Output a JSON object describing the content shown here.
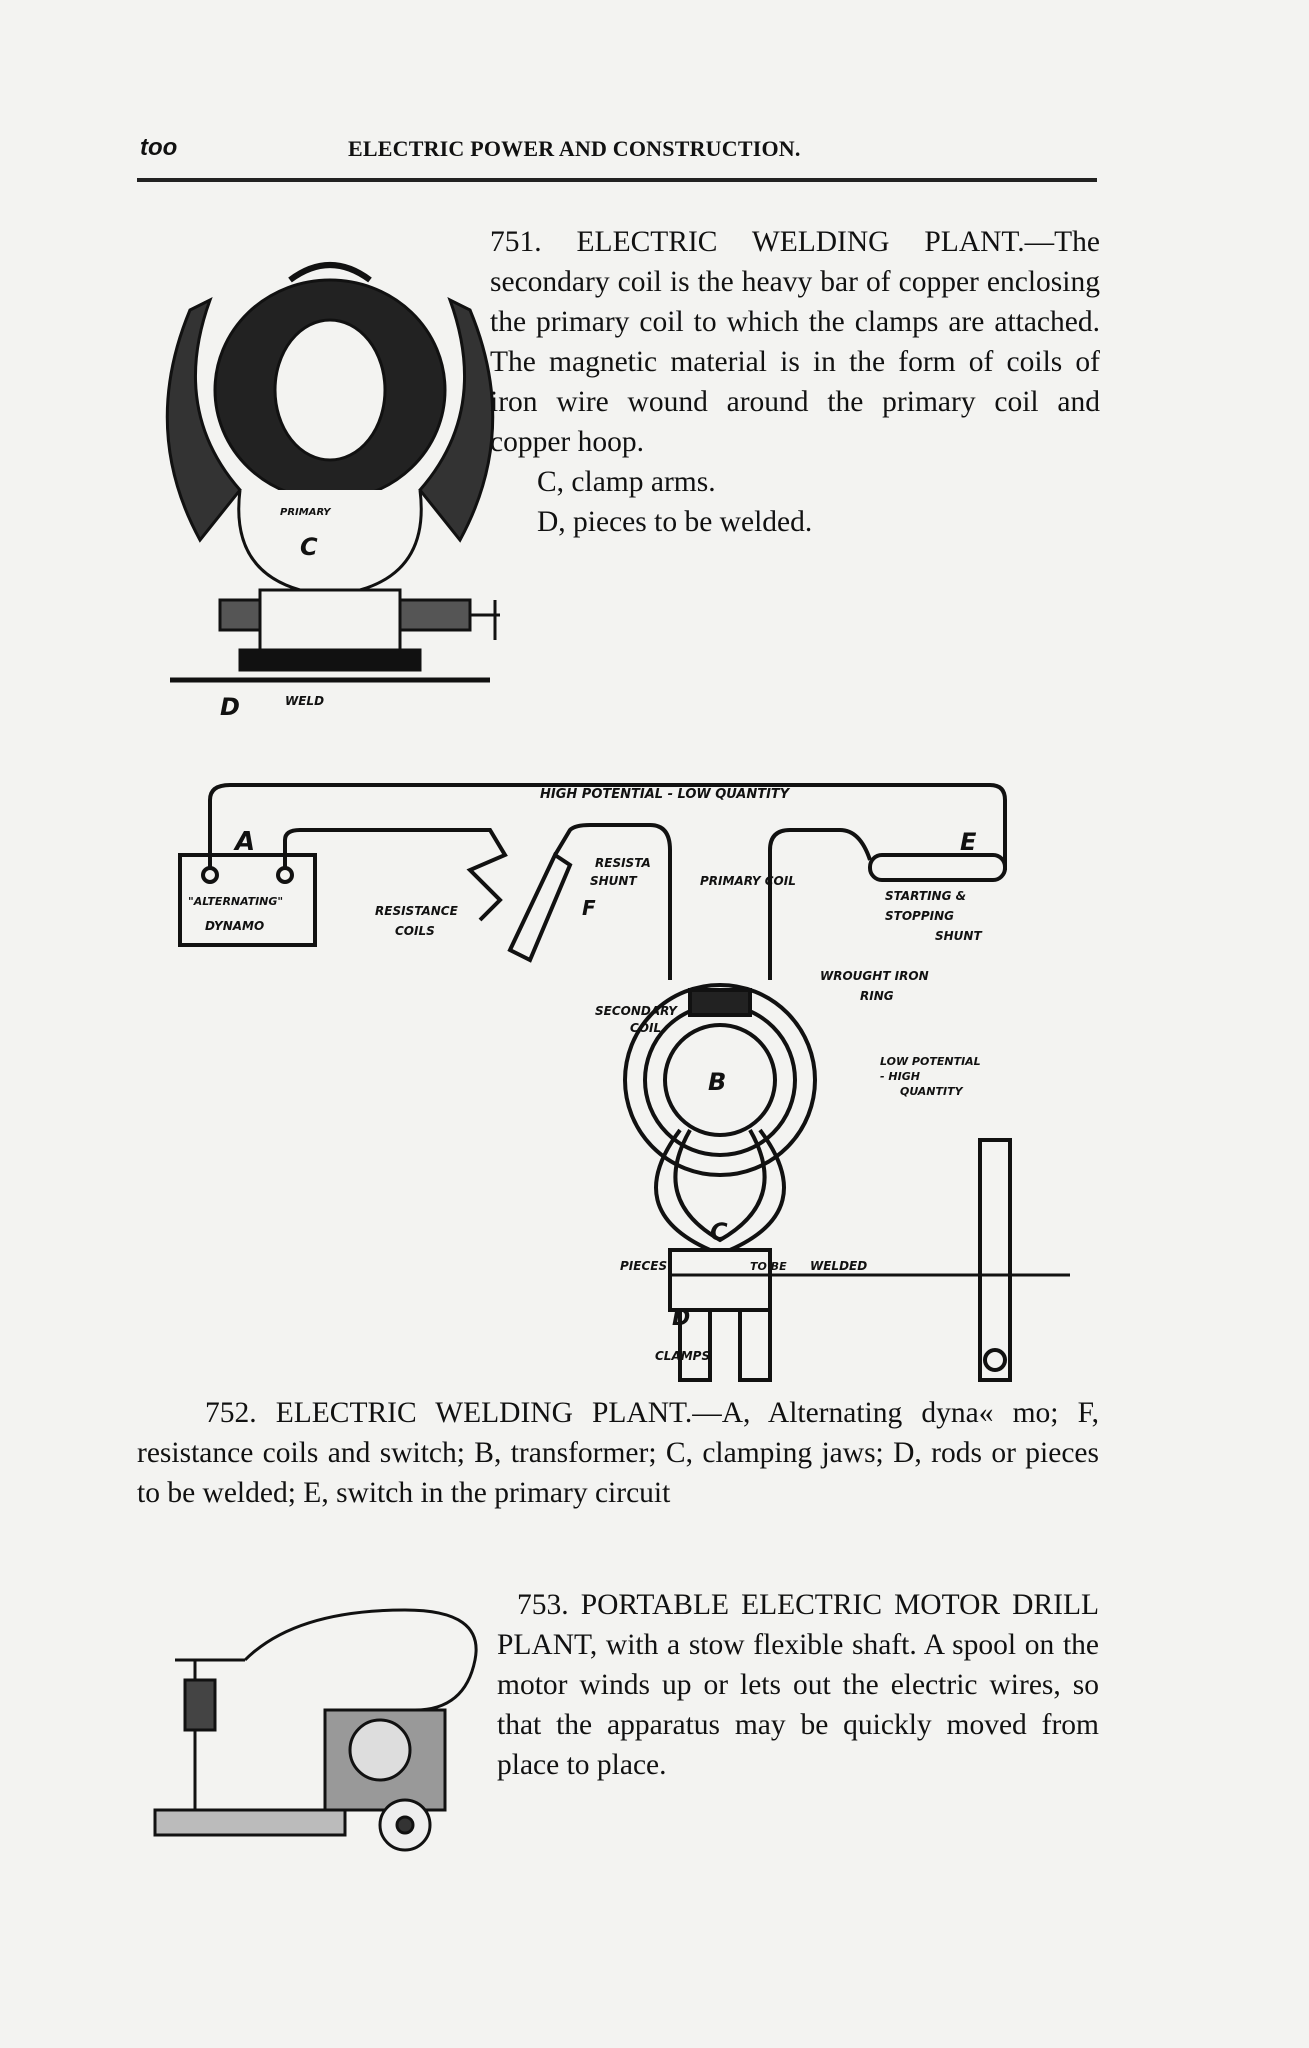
{
  "header": {
    "folio": "too",
    "running_title": "ELECTRIC POWER AND CONSTRUCTION."
  },
  "fig751": {
    "text": "751. ELECTRIC WELDING PLANT.—The secondary coil is the heavy bar of copper enclosing the primary coil to which the clamps are attached. The magnetic material is in the form of coils of iron wire wound around the primary coil and copper hoop.",
    "key_c": "C, clamp arms.",
    "key_d": "D, pieces to be welded.",
    "labels": {
      "primary": "PRIMARY",
      "c": "C",
      "d": "D",
      "weld": "WELD"
    }
  },
  "fig752": {
    "labels": {
      "high_potential": "HIGH POTENTIAL - LOW QUANTITY",
      "a": "A",
      "dynamo_1": "\"ALTERNATING\"",
      "dynamo_2": "DYNAMO",
      "resistance_1": "RESISTANCE",
      "resistance_2": "COILS",
      "shunt_1": "RESISTA",
      "shunt_2": "SHUNT",
      "f": "F",
      "primary_coil": "PRIMARY COIL",
      "e": "E",
      "starting_1": "STARTING &",
      "starting_2": "STOPPING",
      "starting_3": "SHUNT",
      "b": "B",
      "iron_1": "WROUGHT IRON",
      "iron_2": "RING",
      "secondary_1": "SECONDARY",
      "secondary_2": "COIL",
      "low_1": "LOW POTENTIAL",
      "low_2": "- HIGH",
      "low_3": "QUANTITY",
      "c": "C",
      "pieces": "PIECES",
      "to_be": "TO BE",
      "welded": "WELDED",
      "d": "D",
      "clamps": "CLAMPS"
    },
    "caption": "752. ELECTRIC WELDING PLANT.—A, Alternating dyna« mo; F, resistance coils and switch; B, transformer; C, clamping jaws; D, rods or pieces to be welded; E, switch in the primary circuit"
  },
  "fig753": {
    "text": "753. PORTABLE ELECTRIC MOTOR DRILL PLANT, with a stow flexible shaft. A spool on the motor winds up or lets out the electric wires, so that the apparatus may be quickly moved from place to place."
  }
}
